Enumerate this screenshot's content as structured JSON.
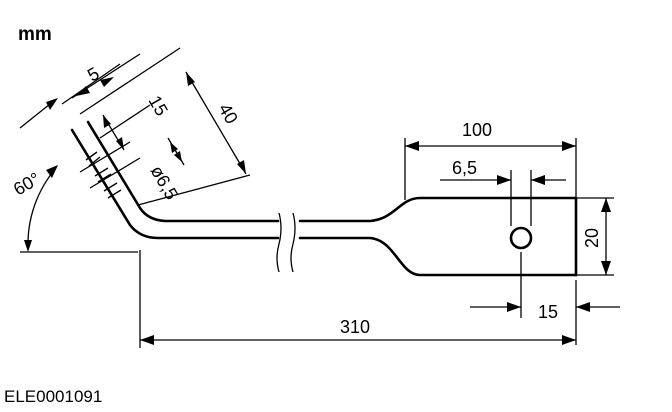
{
  "units_label": "mm",
  "reference_code": "ELE0001091",
  "dimensions": {
    "angle": "60°",
    "bent_section_offset": "5",
    "bent_section_edge_distance": "15",
    "bent_section_length": "40",
    "bent_section_hole_diameter": "ø6,5",
    "flat_end_length": "100",
    "flat_end_hole_diameter": "6,5",
    "flat_end_width": "20",
    "flat_end_hole_distance": "15",
    "overall_length": "310"
  }
}
